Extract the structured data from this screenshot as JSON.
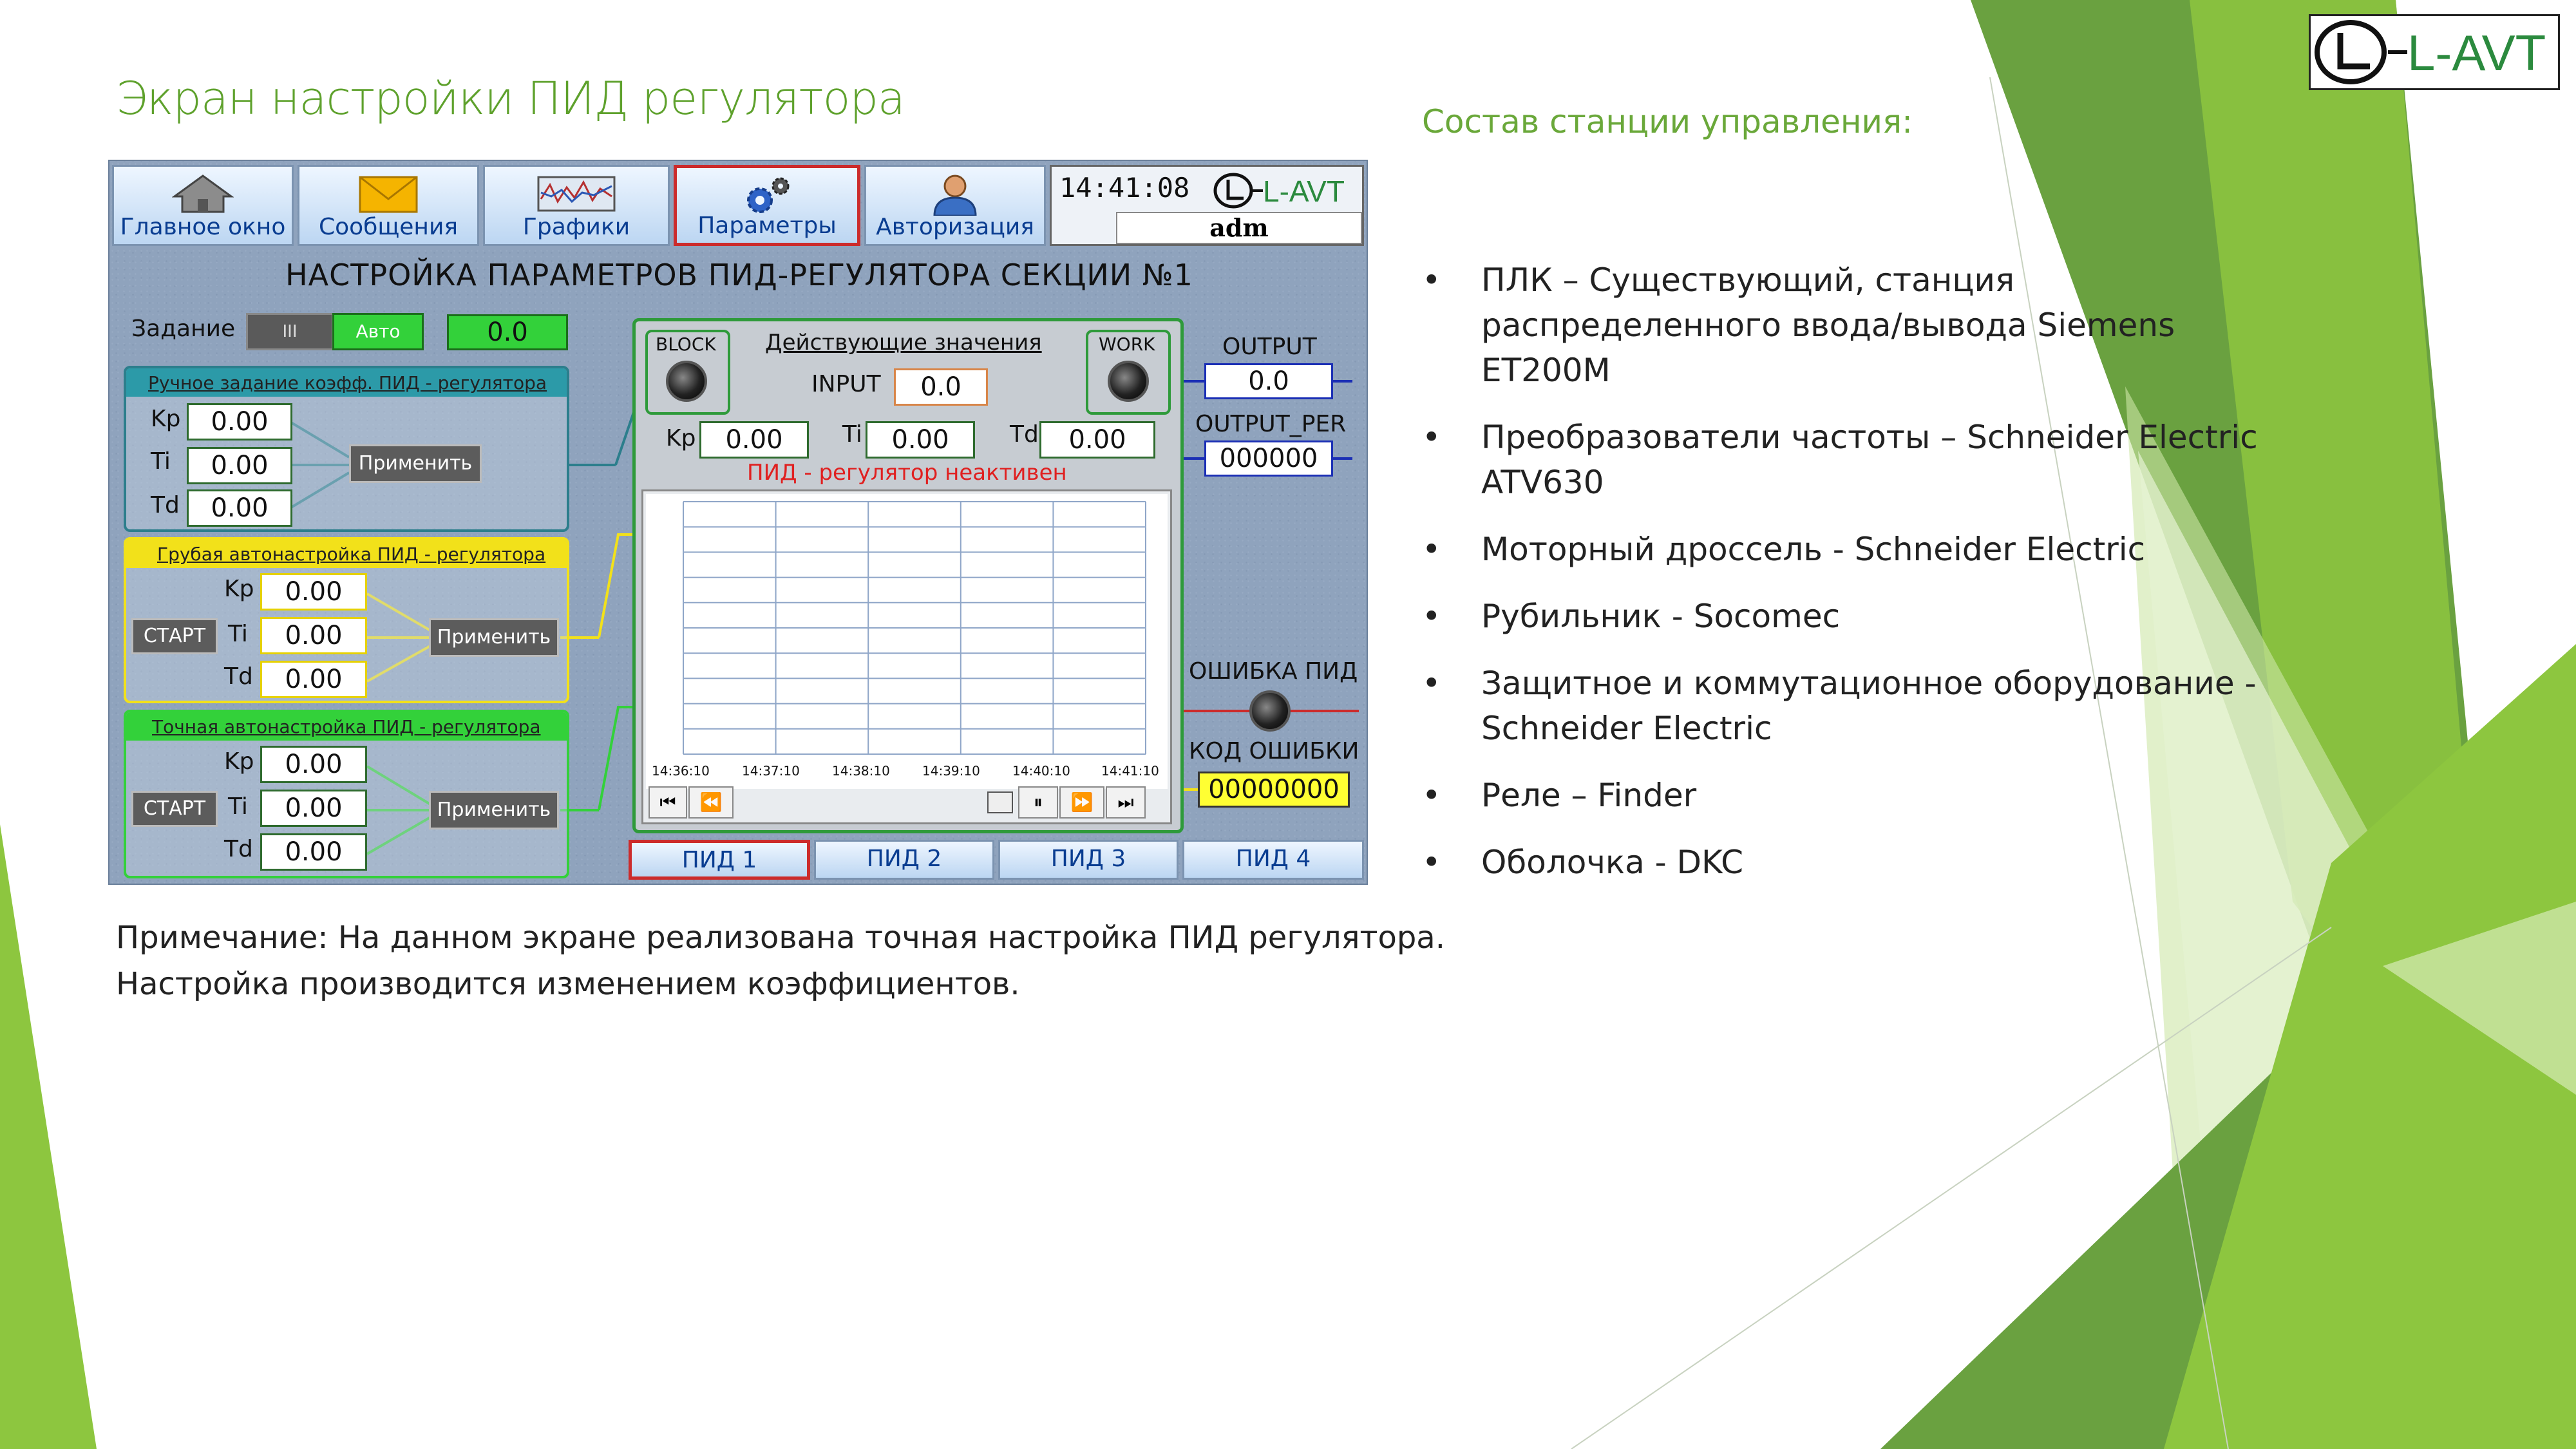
{
  "slide": {
    "title": "Экран настройки ПИД регулятора",
    "composition_title": "Состав станции управления:",
    "bullets": [
      "ПЛК – Существующий, станция распределенного ввода/вывода Siemens ET200M",
      "Преобразователи частоты – Schneider Electric ATV630",
      "Моторный дроссель - Schneider Electric",
      "Рубильник - Socomec",
      "Защитное и коммутационное оборудование - Schneider Electric",
      "Реле – Finder",
      "Оболочка - DKC"
    ],
    "note_line1": "Примечание: На данном экране реализована точная настройка ПИД регулятора.",
    "note_line2": "Настройка производится изменением коэффициентов.",
    "logo_text": "L-AVT"
  },
  "hmi": {
    "nav": [
      {
        "label": "Главное окно"
      },
      {
        "label": "Сообщения"
      },
      {
        "label": "Графики"
      },
      {
        "label": "Параметры"
      },
      {
        "label": "Авторизация"
      }
    ],
    "time": "14:41:08",
    "logo_text": "L-AVT",
    "user": "adm",
    "title": "НАСТРОЙКА ПАРАМЕТРОВ ПИД-РЕГУЛЯТОРА СЕКЦИИ №1",
    "setpoint": {
      "label": "Задание",
      "mode_left": "III",
      "mode_right": "Авто",
      "value": "0.0"
    },
    "manual": {
      "title": "Ручное задание коэфф. ПИД - регулятора",
      "kp_label": "Kp",
      "kp": "0.00",
      "ti_label": "Ti",
      "ti": "0.00",
      "td_label": "Td",
      "td": "0.00",
      "apply": "Применить"
    },
    "coarse": {
      "title": "Грубая автонастройка ПИД - регулятора",
      "start": "СТАРТ",
      "kp_label": "Kp",
      "kp": "0.00",
      "ti_label": "Ti",
      "ti": "0.00",
      "td_label": "Td",
      "td": "0.00",
      "apply": "Применить"
    },
    "fine": {
      "title": "Точная автонастройка ПИД - регулятора",
      "start": "СТАРТ",
      "kp_label": "Kp",
      "kp": "0.00",
      "ti_label": "Ti",
      "ti": "0.00",
      "td_label": "Td",
      "td": "0.00",
      "apply": "Применить"
    },
    "current": {
      "title": "Действующие значения",
      "block": "BLOCK",
      "work": "WORK",
      "input_label": "INPUT",
      "input": "0.0",
      "kp_label": "Kp",
      "kp": "0.00",
      "ti_label": "Ti",
      "ti": "0.00",
      "td_label": "Td",
      "td": "0.00",
      "status": "ПИД - регулятор неактивен",
      "status_color": "#e02020",
      "ticks": [
        "14:36:10",
        "14:37:10",
        "14:38:10",
        "14:39:10",
        "14:40:10",
        "14:41:10"
      ]
    },
    "output": {
      "label": "OUTPUT",
      "value": "0.0",
      "per_label": "OUTPUT_PER",
      "per_value": "000000"
    },
    "error": {
      "label": "ОШИБКА ПИД",
      "code_label": "КОД ОШИБКИ",
      "code": "00000000"
    },
    "tabs": [
      {
        "label": "ПИД 1"
      },
      {
        "label": "ПИД 2"
      },
      {
        "label": "ПИД 3"
      },
      {
        "label": "ПИД 4"
      }
    ]
  },
  "colors": {
    "accent_green": "#5ea12c",
    "alarm_red": "#cc2b2b",
    "code_yellow": "#ffff33"
  }
}
